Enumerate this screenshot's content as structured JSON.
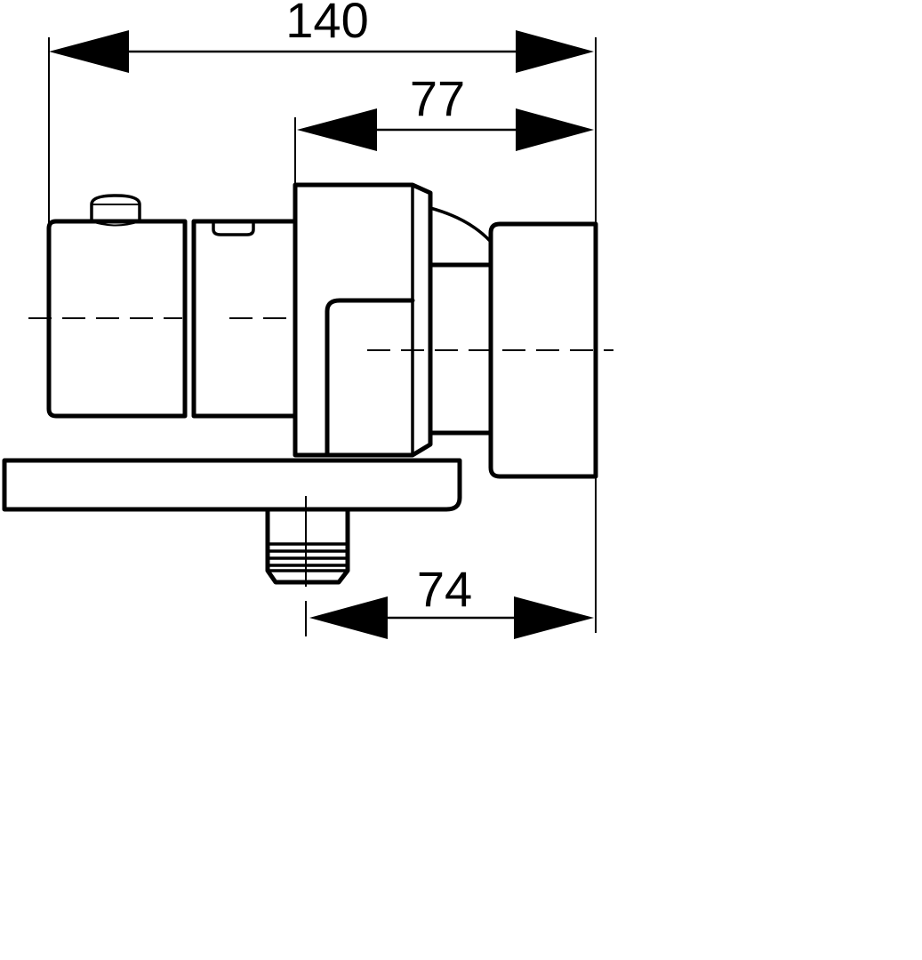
{
  "dimensions": {
    "overall_width": "140",
    "outlet_offset": "77",
    "spout_offset": "74"
  }
}
